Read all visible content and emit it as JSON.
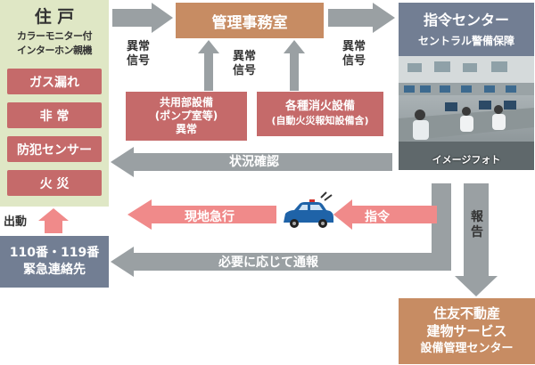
{
  "residence": {
    "title": "住 戸",
    "subtitle_line1": "カラーモニター付",
    "subtitle_line2": "インターホン親機",
    "items": [
      "ガス漏れ",
      "非 常",
      "防犯センサー",
      "火 災"
    ]
  },
  "management_office": {
    "label": "管理事務室"
  },
  "command_center": {
    "title": "指令センター",
    "subtitle": "セントラル警備保障",
    "photo_caption": "イメージフォト"
  },
  "signals": {
    "left": [
      "異常",
      "信号"
    ],
    "middle": [
      "異常",
      "信号"
    ],
    "right": [
      "異常",
      "信号"
    ]
  },
  "equipment": {
    "shared": [
      "共用部設備",
      "(ポンプ室等)",
      "異常"
    ],
    "fire": [
      "各種消火設備",
      "(自動火災報知設備含)"
    ]
  },
  "arrows": {
    "status_check": "状況確認",
    "rush_to_site": "現地急行",
    "command": "指令",
    "notify": "必要に応じて通報",
    "report": [
      "報",
      "告"
    ]
  },
  "dispatch": "出動",
  "emergency": {
    "line1": "110番・119番",
    "line2": "緊急連絡先"
  },
  "sumitomo": {
    "line1": "住友不動産",
    "line2": "建物サービス",
    "line3": "設備管理センター"
  },
  "colors": {
    "green_panel": "#dfe7c5",
    "red_box": "#c56a6a",
    "brown_box": "#c78c63",
    "slate_box": "#727e93",
    "gray_arrow": "#9aa0a3",
    "pink_arrow": "#f08a8a"
  },
  "icons": {
    "patrol_car": "police-car-icon"
  }
}
